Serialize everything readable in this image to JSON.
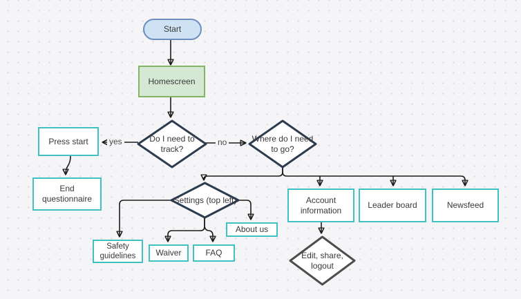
{
  "nodes": {
    "start": {
      "label": "Start"
    },
    "homescreen": {
      "label": "Homescreen"
    },
    "track_decision": {
      "label": "Do I need to track?"
    },
    "press_start": {
      "label": "Press start"
    },
    "end_questionnaire": {
      "label": "End questionnaire"
    },
    "where_decision": {
      "label": "Where do I need to go?"
    },
    "settings_decision": {
      "label": "Settings (top left)"
    },
    "safety_guidelines": {
      "label": "Safety guidelines"
    },
    "waiver": {
      "label": "Waiver"
    },
    "faq": {
      "label": "FAQ"
    },
    "about_us": {
      "label": "About us"
    },
    "account_information": {
      "label": "Account information"
    },
    "leader_board": {
      "label": "Leader board"
    },
    "newsfeed": {
      "label": "Newsfeed"
    },
    "edit_share_logout": {
      "label": "Edit, share, logout"
    }
  },
  "edge_labels": {
    "yes": "yes",
    "no": "no"
  },
  "colors": {
    "canvas_background": "#f5f5f7",
    "grid_dot": "#dcdde1",
    "start_fill": "#cfe2f3",
    "start_stroke": "#6c8ebf",
    "homescreen_fill": "#d5e8d4",
    "homescreen_stroke": "#82b366",
    "teal_box_stroke": "#40c1c1",
    "decision_stroke": "#2d3b4e",
    "edit_decision_stroke": "#4d4d4d",
    "connector": "#1b1b1b"
  }
}
